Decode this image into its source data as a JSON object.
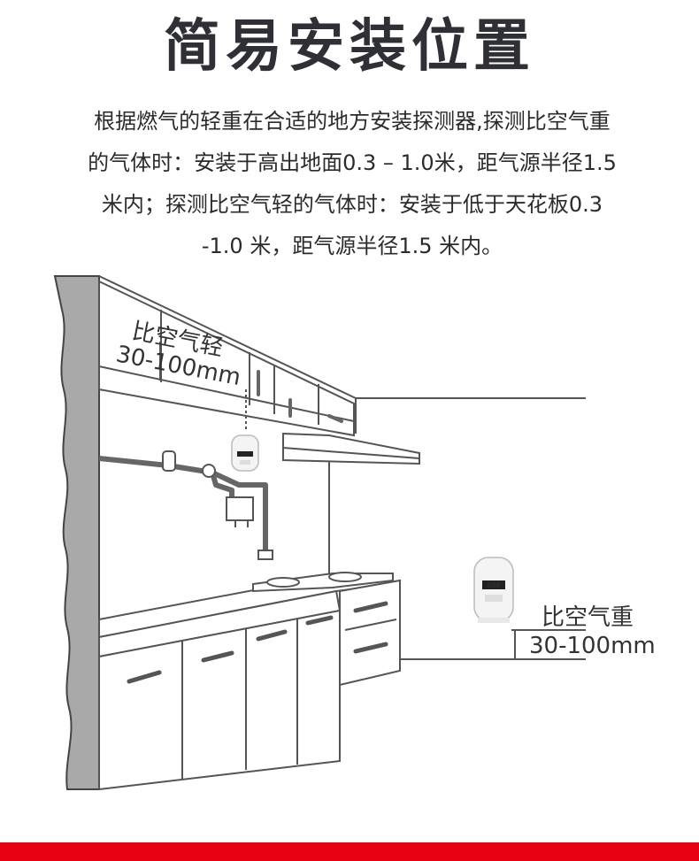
{
  "title": "简易安装位置",
  "description": {
    "line1": "根据燃气的轻重在合适的地方安装探测器,探测比空气重",
    "line2": "的气体时：安装于高出地面0.3 – 1.0米，距气源半径1.5",
    "line3": "米内；探测比空气轻的气体时：安装于低于天花板0.3",
    "line4": "-1.0 米，距气源半径1.5 米内。"
  },
  "lighter_gas": {
    "label": "比空气轻",
    "distance": "30-100mm"
  },
  "heavier_gas": {
    "label": "比空气重",
    "distance": "30-100mm"
  },
  "detector_display": "888",
  "colors": {
    "accent_bar": "#e60012",
    "title": "#2e3036",
    "line_art": "#555555",
    "wall_fill": "#a9a9a9"
  },
  "icons": [
    "gas-detector-icon",
    "water-heater-icon",
    "range-hood-icon",
    "stove-icon"
  ]
}
